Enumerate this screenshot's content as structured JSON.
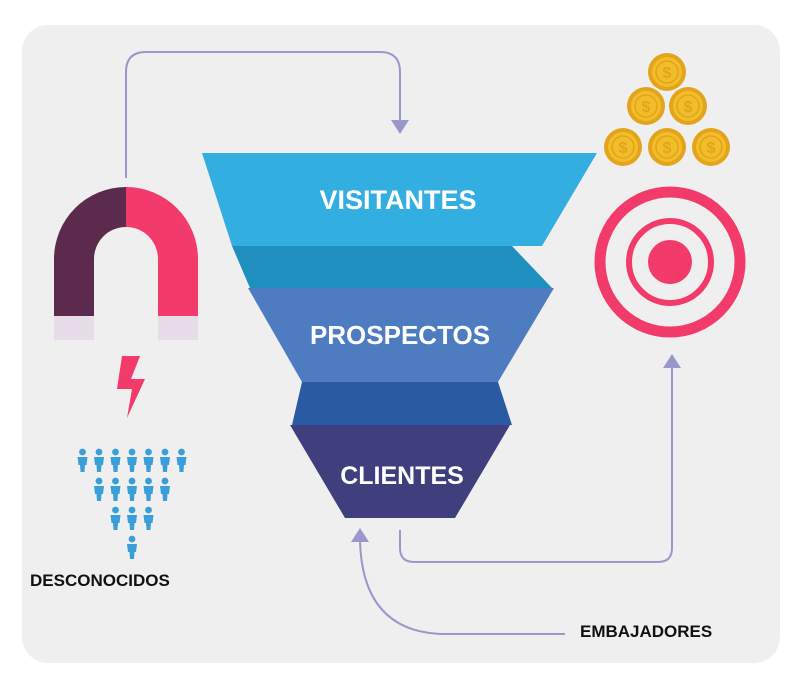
{
  "funnel": {
    "stages": [
      {
        "label": "VISITANTES",
        "color": "#33aee0"
      },
      {
        "label": "PROSPECTOS",
        "color": "#4e7cc1"
      },
      {
        "label": "CLIENTES",
        "color": "#3e3f7c"
      }
    ],
    "connector_colors": [
      "#1f8fbf",
      "#2a5aa1"
    ]
  },
  "labels": {
    "unknowns": "DESCONOCIDOS",
    "ambassadors": "EMBAJADORES"
  },
  "coin_symbol": "$",
  "colors": {
    "panel": "#efefef",
    "arrow": "#9a97cc",
    "magnet_left": "#5b2a4d",
    "magnet_right": "#f23b6b",
    "magnet_tip": "#e6dde9",
    "bolt": "#f23b6b",
    "people": "#3a9fd8",
    "target": "#f23b6b",
    "coin": "#f2bd2a",
    "coin_edge": "#e3a41b"
  },
  "icons": [
    "magnet-icon",
    "lightning-icon",
    "people-icon",
    "target-icon",
    "coin-icon"
  ]
}
